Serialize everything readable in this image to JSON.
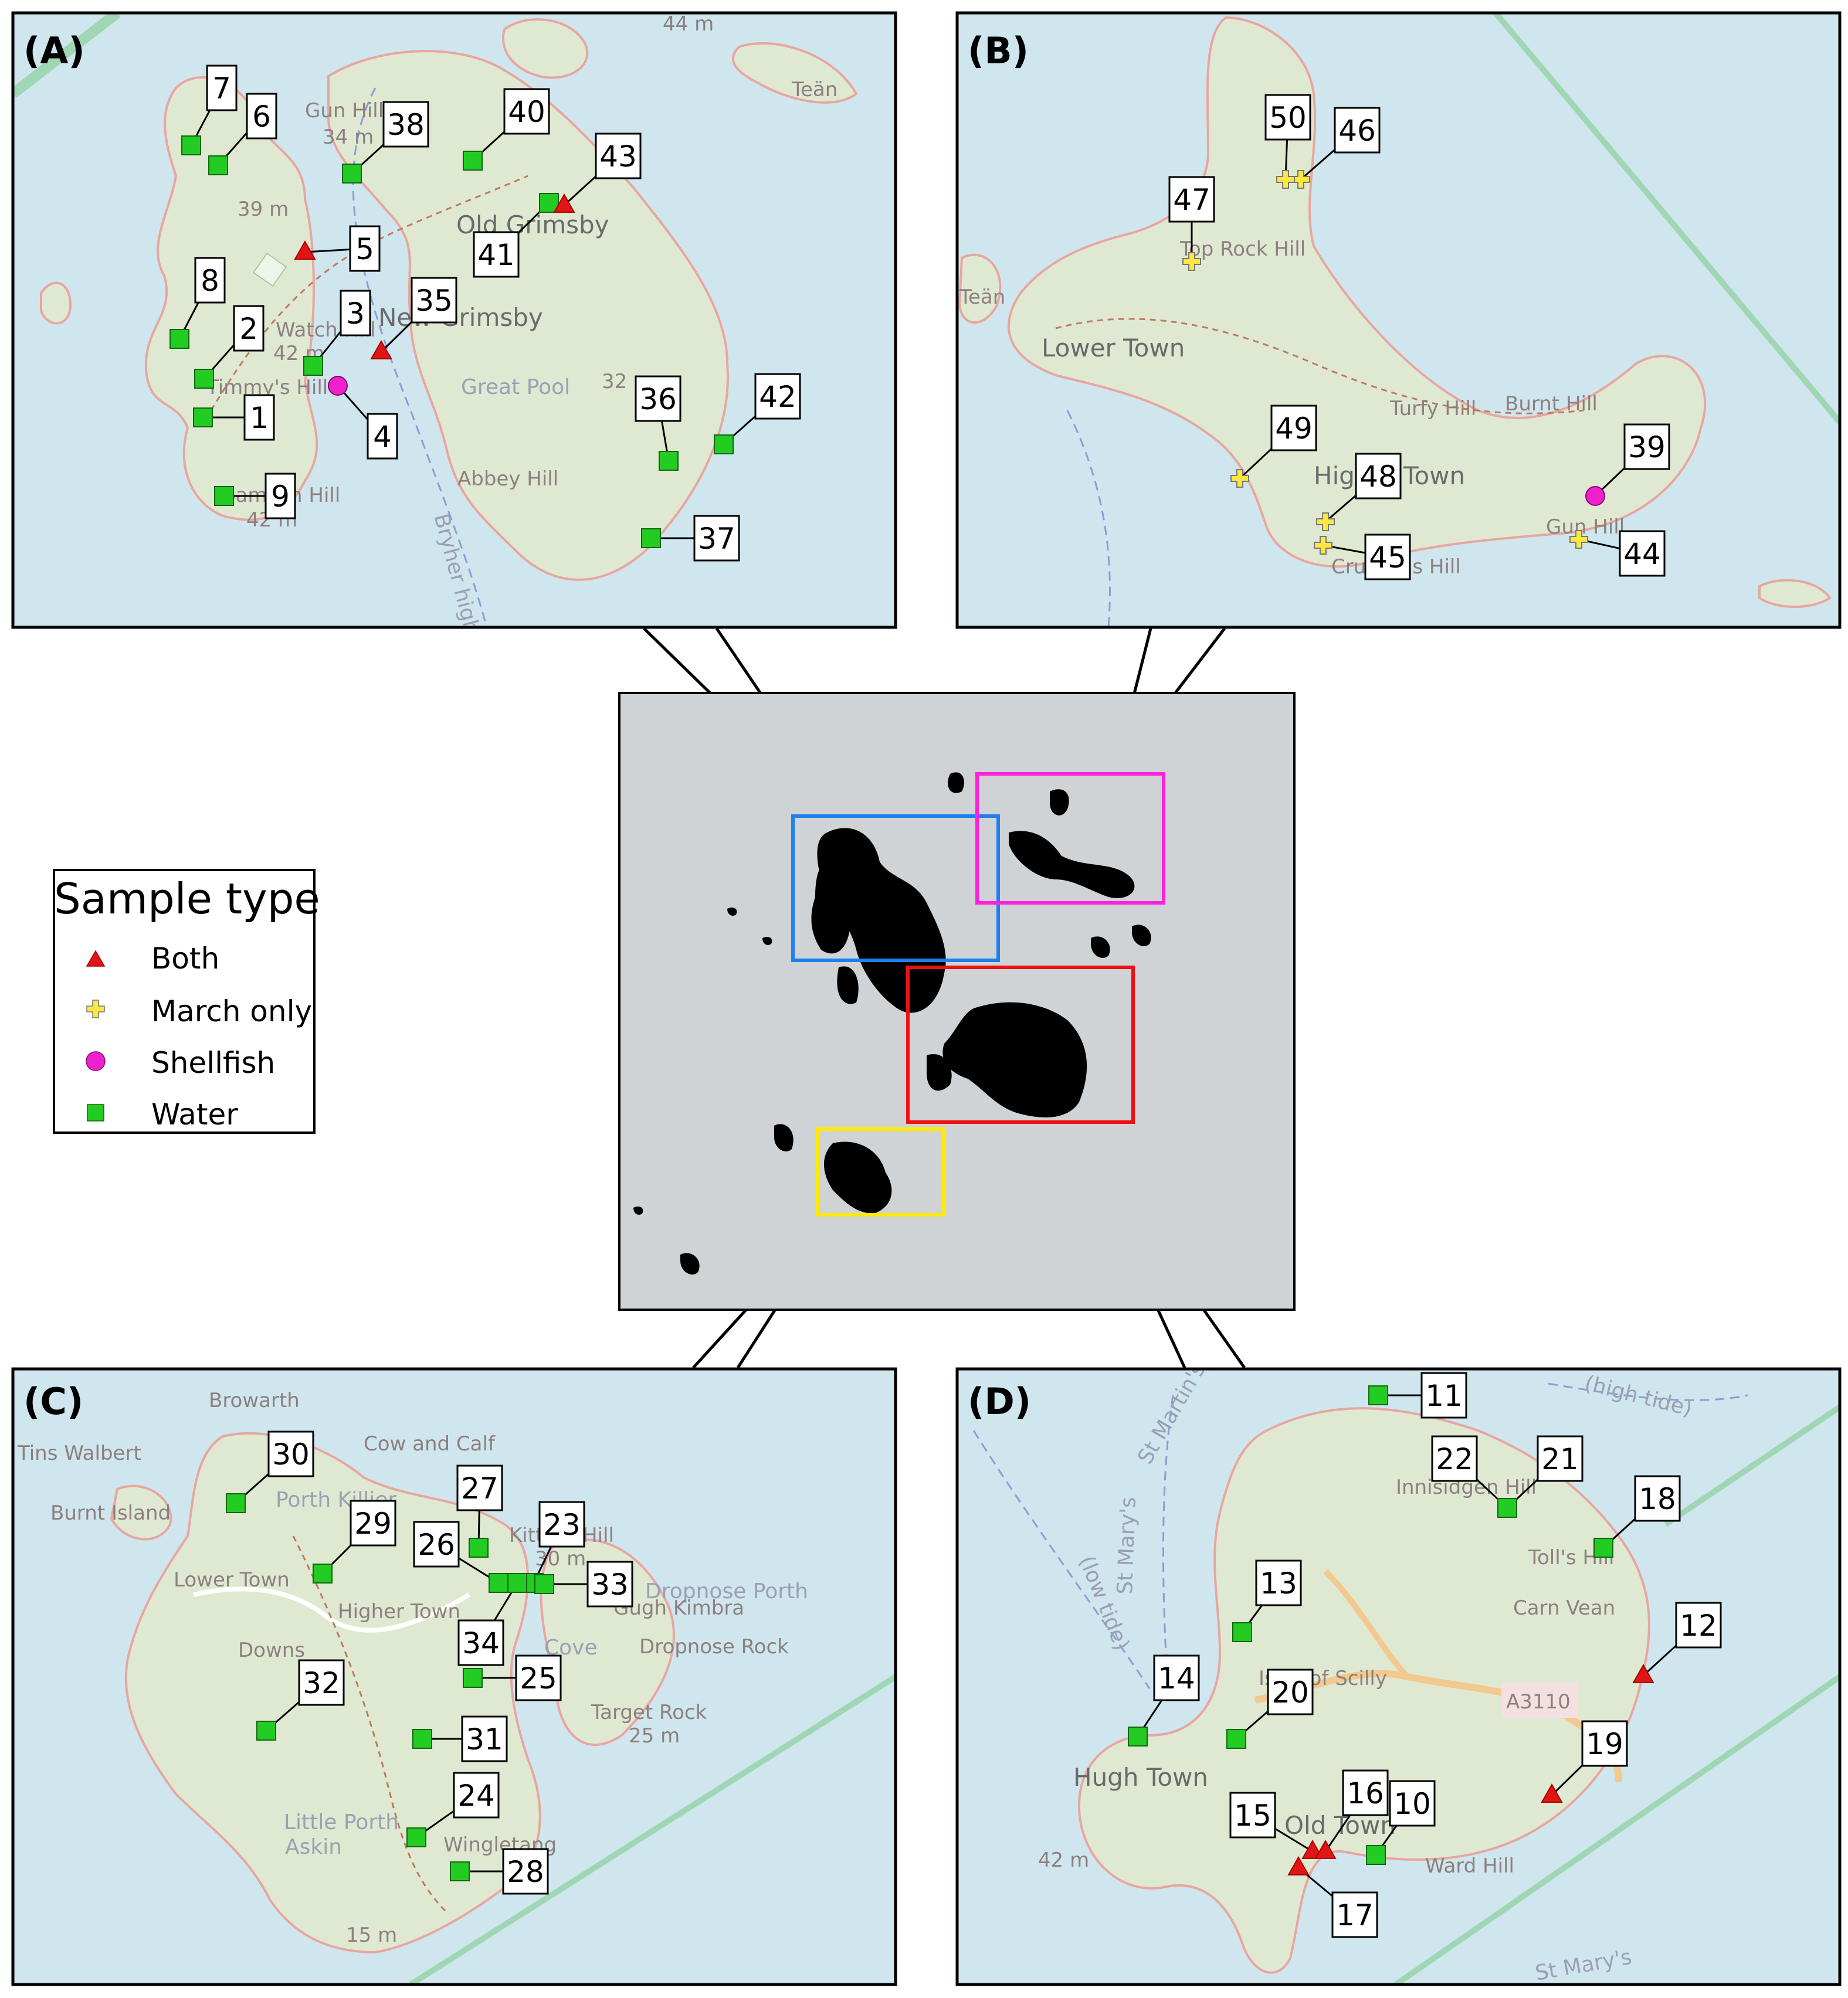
{
  "colors": {
    "sea": "#cfe6ee",
    "land": "#dfe9d2",
    "inset_bg": "#cfd3d5",
    "both": "#e01515",
    "march_only": "#ffe640",
    "shellfish": "#ee22cc",
    "water": "#22cc22",
    "box_A": "#1e7ff0",
    "box_B": "#ff22dd",
    "box_C": "#ffea00",
    "box_D": "#ee1111"
  },
  "legend": {
    "title": "Sample type",
    "items": [
      {
        "key": "both",
        "label": "Both",
        "icon": "triangle"
      },
      {
        "key": "march_only",
        "label": "March only",
        "icon": "cross"
      },
      {
        "key": "shellfish",
        "label": "Shellfish",
        "icon": "circle"
      },
      {
        "key": "water",
        "label": "Water",
        "icon": "square"
      }
    ]
  },
  "panels": [
    {
      "id": "A",
      "title": "(A)",
      "places": [
        "Gun Hill",
        "34 m",
        "39 m",
        "Old Grimsby",
        "New Grimsby",
        "Watch Hill",
        "42 m",
        "Timmy's Hill",
        "Great Pool",
        "Abbey Hill",
        "Samson Hill",
        "42 m",
        "32",
        "Teän",
        "44 m",
        "Bryher high"
      ],
      "points": [
        {
          "id": "1",
          "type": "water"
        },
        {
          "id": "2",
          "type": "water"
        },
        {
          "id": "3",
          "type": "water"
        },
        {
          "id": "4",
          "type": "shellfish"
        },
        {
          "id": "5",
          "type": "both"
        },
        {
          "id": "6",
          "type": "water"
        },
        {
          "id": "7",
          "type": "water"
        },
        {
          "id": "8",
          "type": "water"
        },
        {
          "id": "9",
          "type": "water"
        },
        {
          "id": "35",
          "type": "both"
        },
        {
          "id": "36",
          "type": "water"
        },
        {
          "id": "37",
          "type": "water"
        },
        {
          "id": "38",
          "type": "water"
        },
        {
          "id": "40",
          "type": "water"
        },
        {
          "id": "41",
          "type": "water"
        },
        {
          "id": "42",
          "type": "water"
        },
        {
          "id": "43",
          "type": "both"
        }
      ]
    },
    {
      "id": "B",
      "title": "(B)",
      "places": [
        "Top Rock Hill",
        "Lower Town",
        "Turfy Hill",
        "Burnt Hill",
        "Higher Town",
        "Gun Hill",
        "Cruther's Hill",
        "Teän"
      ],
      "points": [
        {
          "id": "39",
          "type": "shellfish"
        },
        {
          "id": "44",
          "type": "march_only"
        },
        {
          "id": "45",
          "type": "march_only"
        },
        {
          "id": "46",
          "type": "march_only"
        },
        {
          "id": "47",
          "type": "march_only"
        },
        {
          "id": "48",
          "type": "march_only"
        },
        {
          "id": "49",
          "type": "march_only"
        },
        {
          "id": "50",
          "type": "march_only"
        }
      ]
    },
    {
      "id": "C",
      "title": "(C)",
      "places": [
        "Browarth",
        "Tins Walbert",
        "Cow and Calf",
        "Burnt Island",
        "Porth Killier",
        "Lower Town",
        "Kittern Hill",
        "30 m",
        "Higher Town",
        "Dropnose Porth",
        "Gugh Kimbra",
        "Dropnose Rock",
        "Downs",
        "Cove",
        "Target Rock",
        "25 m",
        "Little Porth",
        "Askin",
        "Wingletang",
        "15 m"
      ],
      "points": [
        {
          "id": "23",
          "type": "water"
        },
        {
          "id": "24",
          "type": "water"
        },
        {
          "id": "25",
          "type": "water"
        },
        {
          "id": "26",
          "type": "water"
        },
        {
          "id": "27",
          "type": "water"
        },
        {
          "id": "28",
          "type": "water"
        },
        {
          "id": "29",
          "type": "water"
        },
        {
          "id": "30",
          "type": "water"
        },
        {
          "id": "31",
          "type": "water"
        },
        {
          "id": "32",
          "type": "water"
        },
        {
          "id": "33",
          "type": "water"
        },
        {
          "id": "34",
          "type": "water"
        }
      ]
    },
    {
      "id": "D",
      "title": "(D)",
      "places": [
        "Innisidgen Hill",
        "Toll's Hill",
        "Carn Vean",
        "Isles of Scilly",
        "A3110",
        "Hugh Town",
        "Old Town",
        "Ward Hill",
        "42 m",
        "St Mary's",
        "St Martin's",
        "(low tide)",
        "St Mary's",
        "(high tide)"
      ],
      "points": [
        {
          "id": "10",
          "type": "water"
        },
        {
          "id": "11",
          "type": "water"
        },
        {
          "id": "12",
          "type": "both"
        },
        {
          "id": "13",
          "type": "water"
        },
        {
          "id": "14",
          "type": "water"
        },
        {
          "id": "15",
          "type": "both"
        },
        {
          "id": "16",
          "type": "both"
        },
        {
          "id": "17",
          "type": "both"
        },
        {
          "id": "18",
          "type": "water"
        },
        {
          "id": "19",
          "type": "both"
        },
        {
          "id": "20",
          "type": "water"
        },
        {
          "id": "21",
          "type": "water"
        },
        {
          "id": "22",
          "type": "water"
        }
      ]
    }
  ]
}
